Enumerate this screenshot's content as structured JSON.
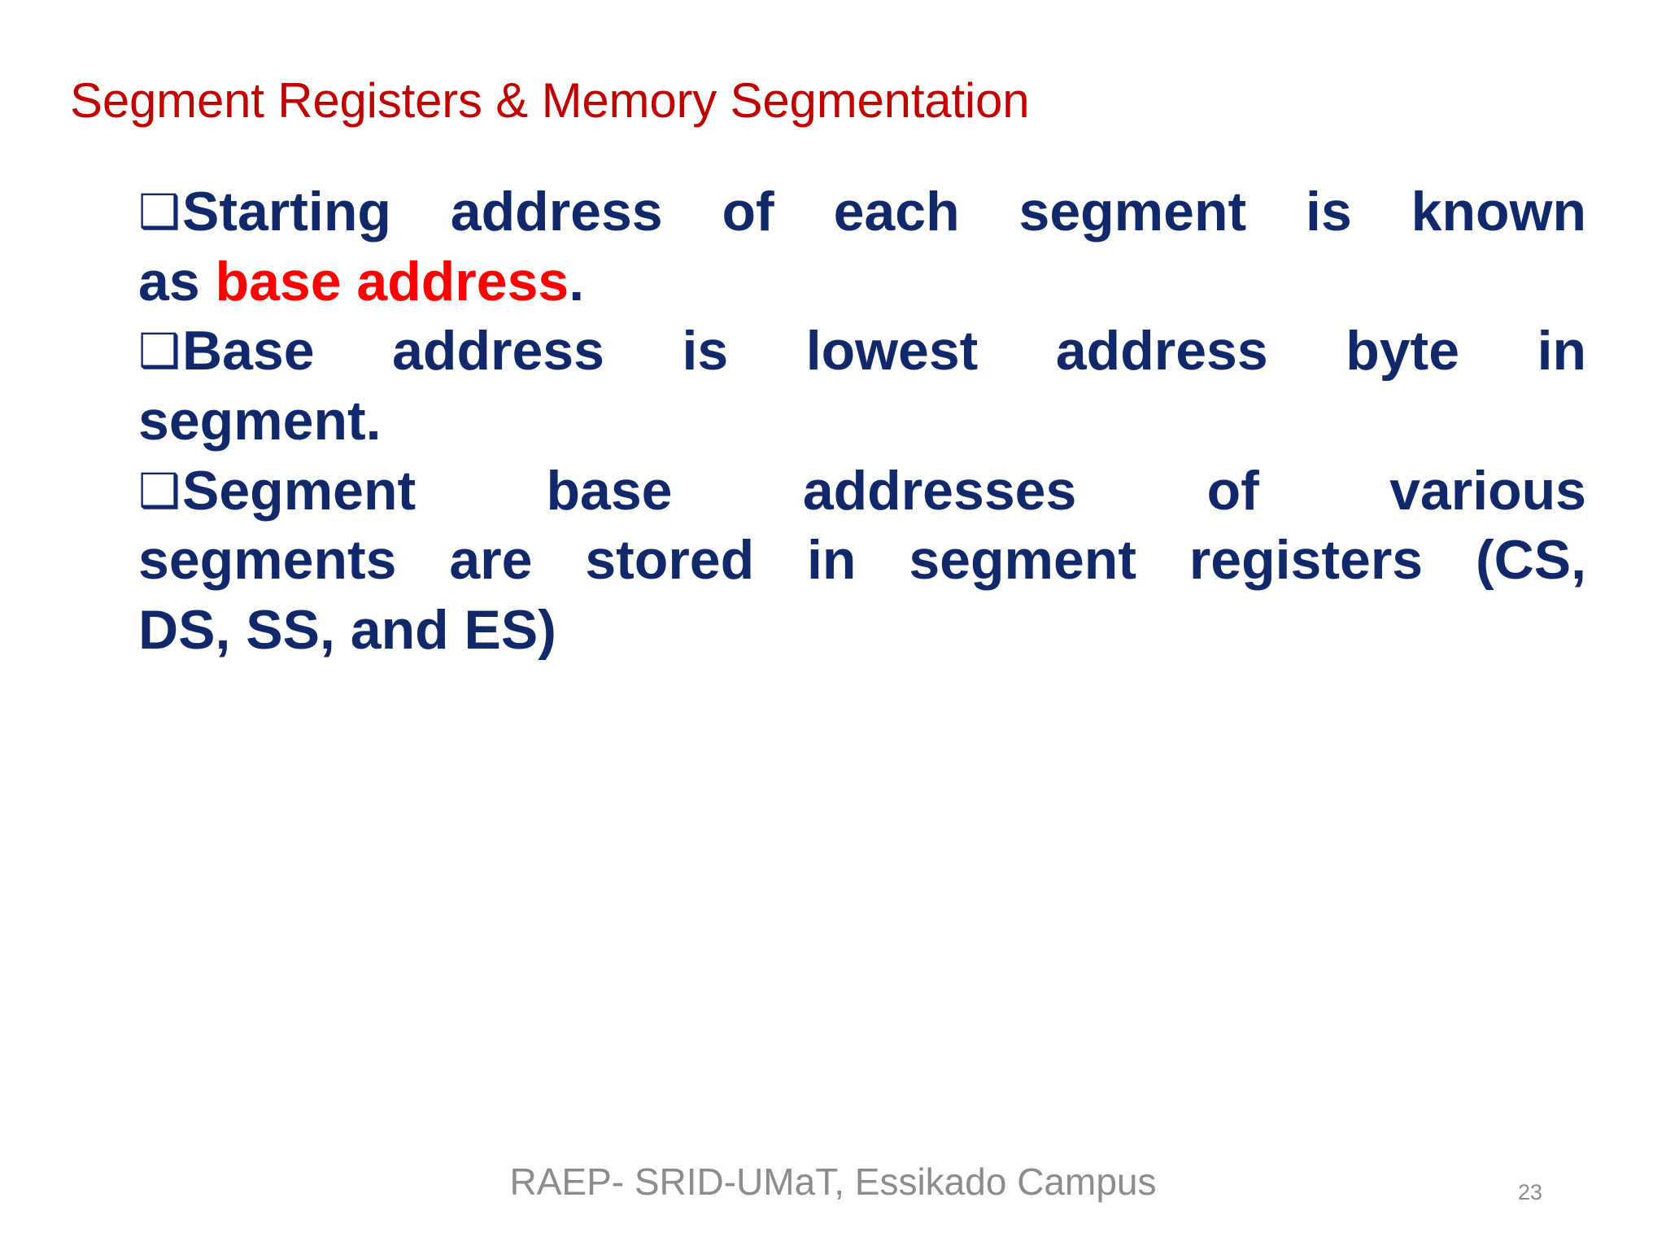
{
  "slide": {
    "title": "Segment Registers & Memory Segmentation",
    "title_color": "#C00000",
    "body_color": "#11296B",
    "accent_color": "#FF0000",
    "background": "#ffffff",
    "bullet_glyph": "❑",
    "bullets": [
      {
        "id": "bullet-1",
        "lines": [
          "Starting address of each segment is known",
          "as base address."
        ],
        "line1": "Starting address of each segment is known",
        "line2_prefix": "as ",
        "line2_emphasis": "base address",
        "line2_suffix": "."
      },
      {
        "id": "bullet-2",
        "lines": [
          "Base address is lowest address byte in",
          "segment."
        ],
        "line1": "Base address is lowest address byte in",
        "line2": "segment."
      },
      {
        "id": "bullet-3",
        "lines": [
          "Segment base addresses of various",
          "segments are stored in segment registers (CS,",
          "DS, SS, and ES)"
        ],
        "line1": "Segment base addresses of various",
        "line2": "segments are stored in segment registers (CS,",
        "line3": "DS, SS, and ES)"
      }
    ],
    "footer": {
      "text": "RAEP- SRID-UMaT, Essikado Campus",
      "page_number": "23",
      "color": "#8C8C8C"
    }
  }
}
